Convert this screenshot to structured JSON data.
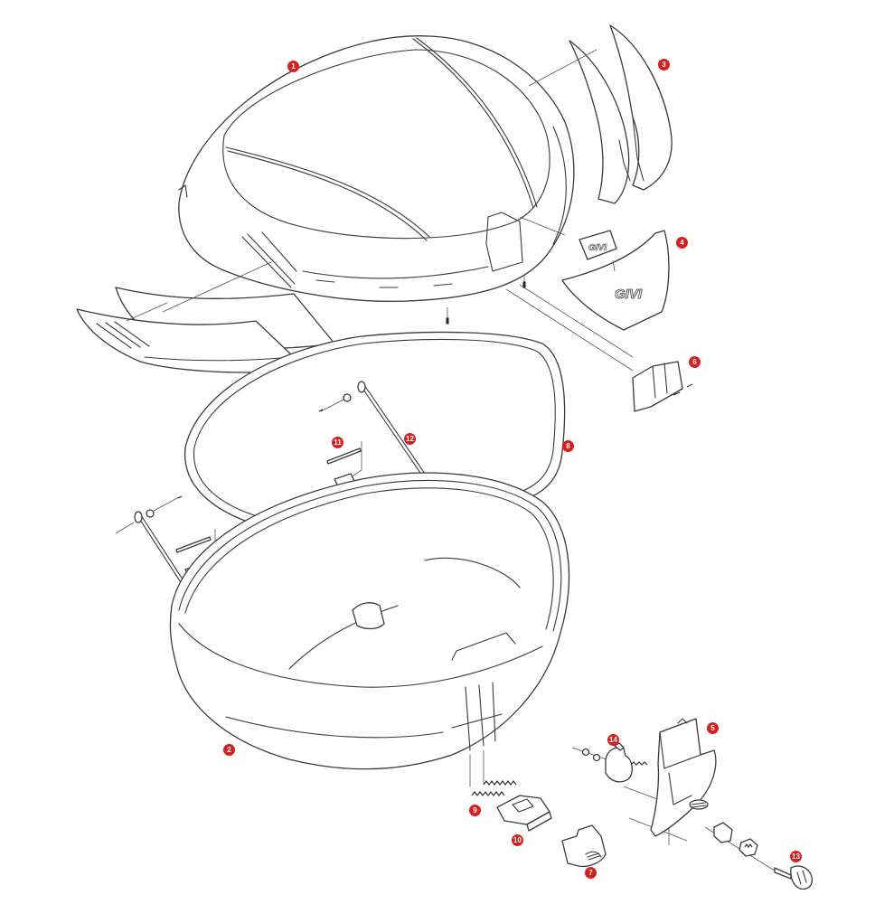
{
  "diagram": {
    "type": "exploded-parts-view",
    "subject": "Top case (motorcycle luggage box) assembly",
    "callout_color": "#d62020",
    "line_color": "#3a3a3a",
    "background": "#ffffff"
  },
  "logos": {
    "reflector_badge": "GIVI",
    "rear_cover_logo": "GIVI"
  },
  "callouts": [
    {
      "id": "1",
      "label": "1",
      "part": "lid"
    },
    {
      "id": "2",
      "label": "2",
      "part": "base"
    },
    {
      "id": "3",
      "label": "3",
      "part": "side covers"
    },
    {
      "id": "4",
      "label": "4",
      "part": "rear cover with logo"
    },
    {
      "id": "5",
      "label": "5",
      "part": "lock housing / handle"
    },
    {
      "id": "6",
      "label": "6",
      "part": "hinge latch"
    },
    {
      "id": "7",
      "label": "7",
      "part": "release button"
    },
    {
      "id": "8",
      "label": "8",
      "part": "gasket seal"
    },
    {
      "id": "9",
      "label": "9",
      "part": "springs"
    },
    {
      "id": "10",
      "label": "10",
      "part": "latch slider"
    },
    {
      "id": "11",
      "label": "11",
      "part": "hinge pin"
    },
    {
      "id": "12",
      "label": "12",
      "part": "lid retention cable"
    },
    {
      "id": "13",
      "label": "13",
      "part": "key and lock cylinder"
    },
    {
      "id": "14",
      "label": "14",
      "part": "lock cam"
    }
  ]
}
